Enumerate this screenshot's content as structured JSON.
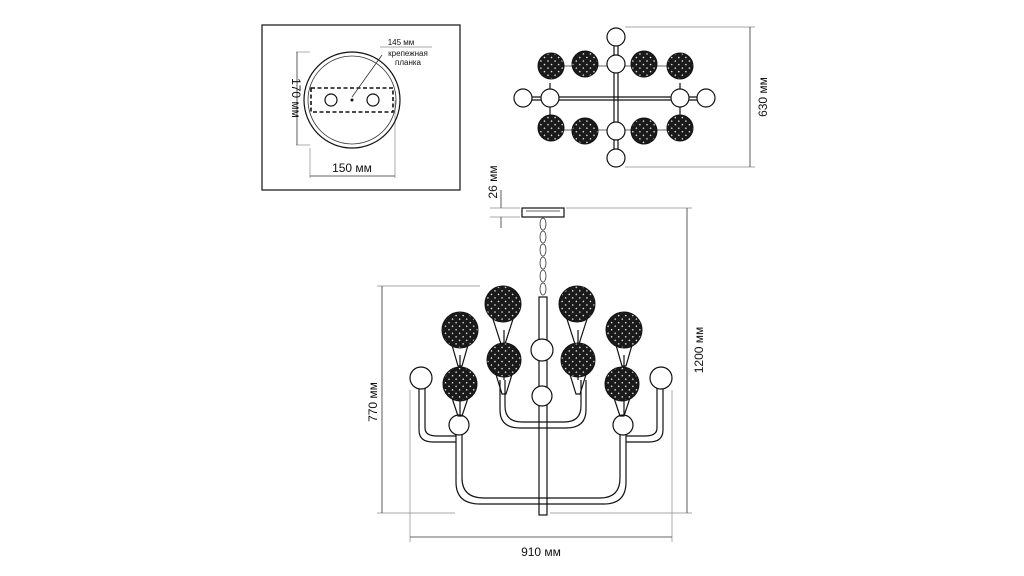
{
  "detail": {
    "width_label": "150 мм",
    "height_label": "170 мм",
    "plate_label": "145 мм",
    "caption_line1": "крепежная",
    "caption_line2": "планка"
  },
  "top_view": {
    "height_label": "630 мм"
  },
  "side_view": {
    "canopy_label": "26 мм",
    "total_height_label": "1200 мм",
    "body_height_label": "770 мм",
    "width_label": "910 мм"
  }
}
